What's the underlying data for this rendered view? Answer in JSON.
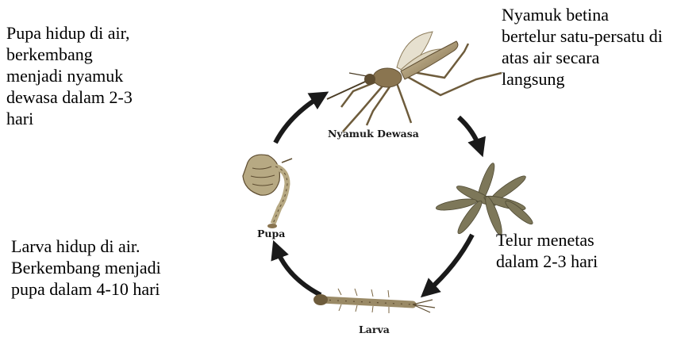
{
  "notes": {
    "pupa": "Pupa hidup di air,\nberkembang\nmenjadi nyamuk\ndewasa dalam 2-3\nhari",
    "adult": "Nyamuk betina\nbertelur satu-persatu di\natas air secara\nlangsung",
    "egg": "Telur menetas\ndalam 2-3 hari",
    "larva": "Larva hidup di air.\nBerkembang menjadi\npupa dalam 4-10 hari"
  },
  "stages": {
    "adult": "Nyamuk Dewasa",
    "egg": "",
    "larva": "Larva",
    "pupa": "Pupa"
  },
  "colors": {
    "arrow": "#1a1a1a",
    "body_light": "#c8b995",
    "body_dark": "#6e5c3c",
    "egg": "#7d7759"
  }
}
